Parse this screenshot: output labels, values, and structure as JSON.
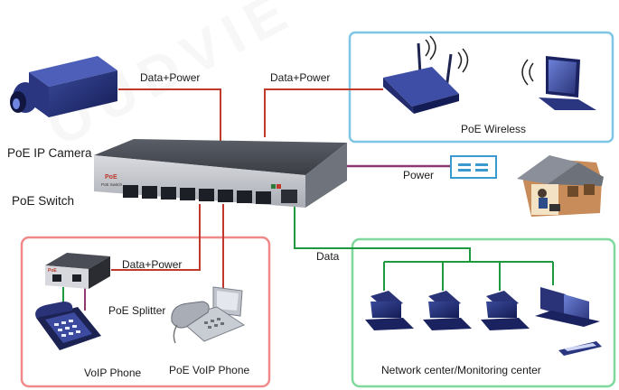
{
  "labels": {
    "camera_link": "Data+Power",
    "wireless_link": "Data+Power",
    "camera": "PoE IP Camera",
    "switch": "PoE Switch",
    "wireless": "PoE Wireless",
    "power": "Power",
    "data": "Data",
    "splitter_link": "Data+Power",
    "splitter": "PoE  Splitter",
    "voip_phone": "VoIP Phone",
    "poe_voip_phone": "PoE VoIP Phone",
    "network_center": "Network center/Monitoring center"
  },
  "switch_faceplate": {
    "brand": "PoE",
    "model": "PoE Switch"
  },
  "colors": {
    "poe_link": "#c0392b",
    "power_link": "#8e3a6e",
    "data_link": "#1e9a3e",
    "wireless_box": "#7fc6e6",
    "phone_box": "#f08a8a",
    "network_box": "#7fd89c"
  },
  "icons": [
    "ip-camera-icon",
    "router-icon",
    "laptop-icon",
    "power-adapter-icon",
    "house-icon",
    "splitter-icon",
    "voip-phone-icon",
    "poe-voip-phone-icon",
    "computer-icon",
    "keyboard-icon"
  ]
}
